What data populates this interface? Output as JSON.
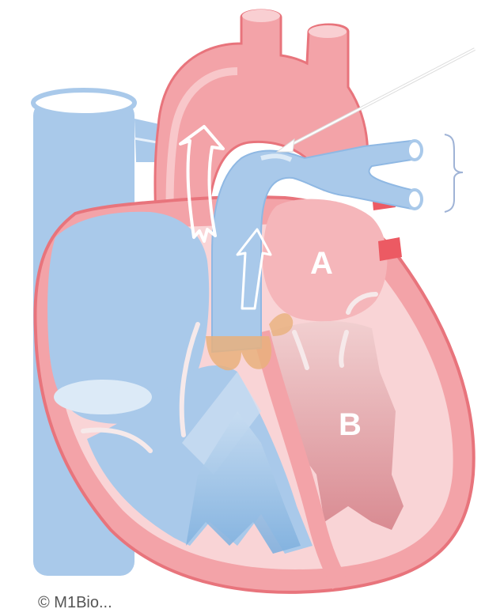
{
  "labels": {
    "a": "A",
    "b": "B"
  },
  "copyright": "© M1Bio...",
  "colors": {
    "oxygenated": "#f3a3a8",
    "oxygenated_light": "#f9cfd2",
    "oxygenated_dark": "#e8747c",
    "deoxygenated": "#a9c9ea",
    "deoxygenated_dark": "#7fb0de",
    "valve": "#e9b07c",
    "pointer": "#cccccc",
    "brace": "#9fb3d6"
  }
}
